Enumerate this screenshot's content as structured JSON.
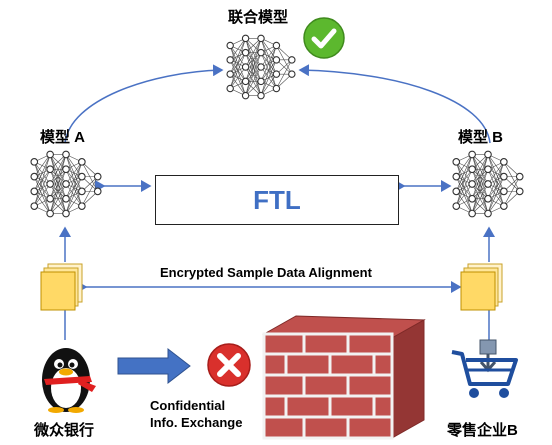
{
  "federated_model": {
    "label": "联合模型",
    "status_icon": "checkmark-circle-icon",
    "status_color": "#5cb82e"
  },
  "model_a": {
    "label": "模型 A"
  },
  "model_b": {
    "label": "模型 B"
  },
  "ftl": {
    "label": "FTL",
    "color": "#3f6fc4"
  },
  "alignment": {
    "label": "Encrypted Sample Data Alignment"
  },
  "exchange": {
    "line1": "Confidential",
    "line2": "Info. Exchange",
    "status_icon": "x-circle-icon",
    "status_color": "#d9302c"
  },
  "party_a": {
    "label": "微众银行",
    "icon": "penguin-icon"
  },
  "party_b": {
    "label": "零售企业B",
    "icon": "shopping-cart-icon"
  },
  "colors": {
    "arrow": "#4a72c4",
    "network_node": "#ffffff",
    "network_edge": "#3a3a3a",
    "document": "#ffd966",
    "firewall": "#c0504d"
  }
}
